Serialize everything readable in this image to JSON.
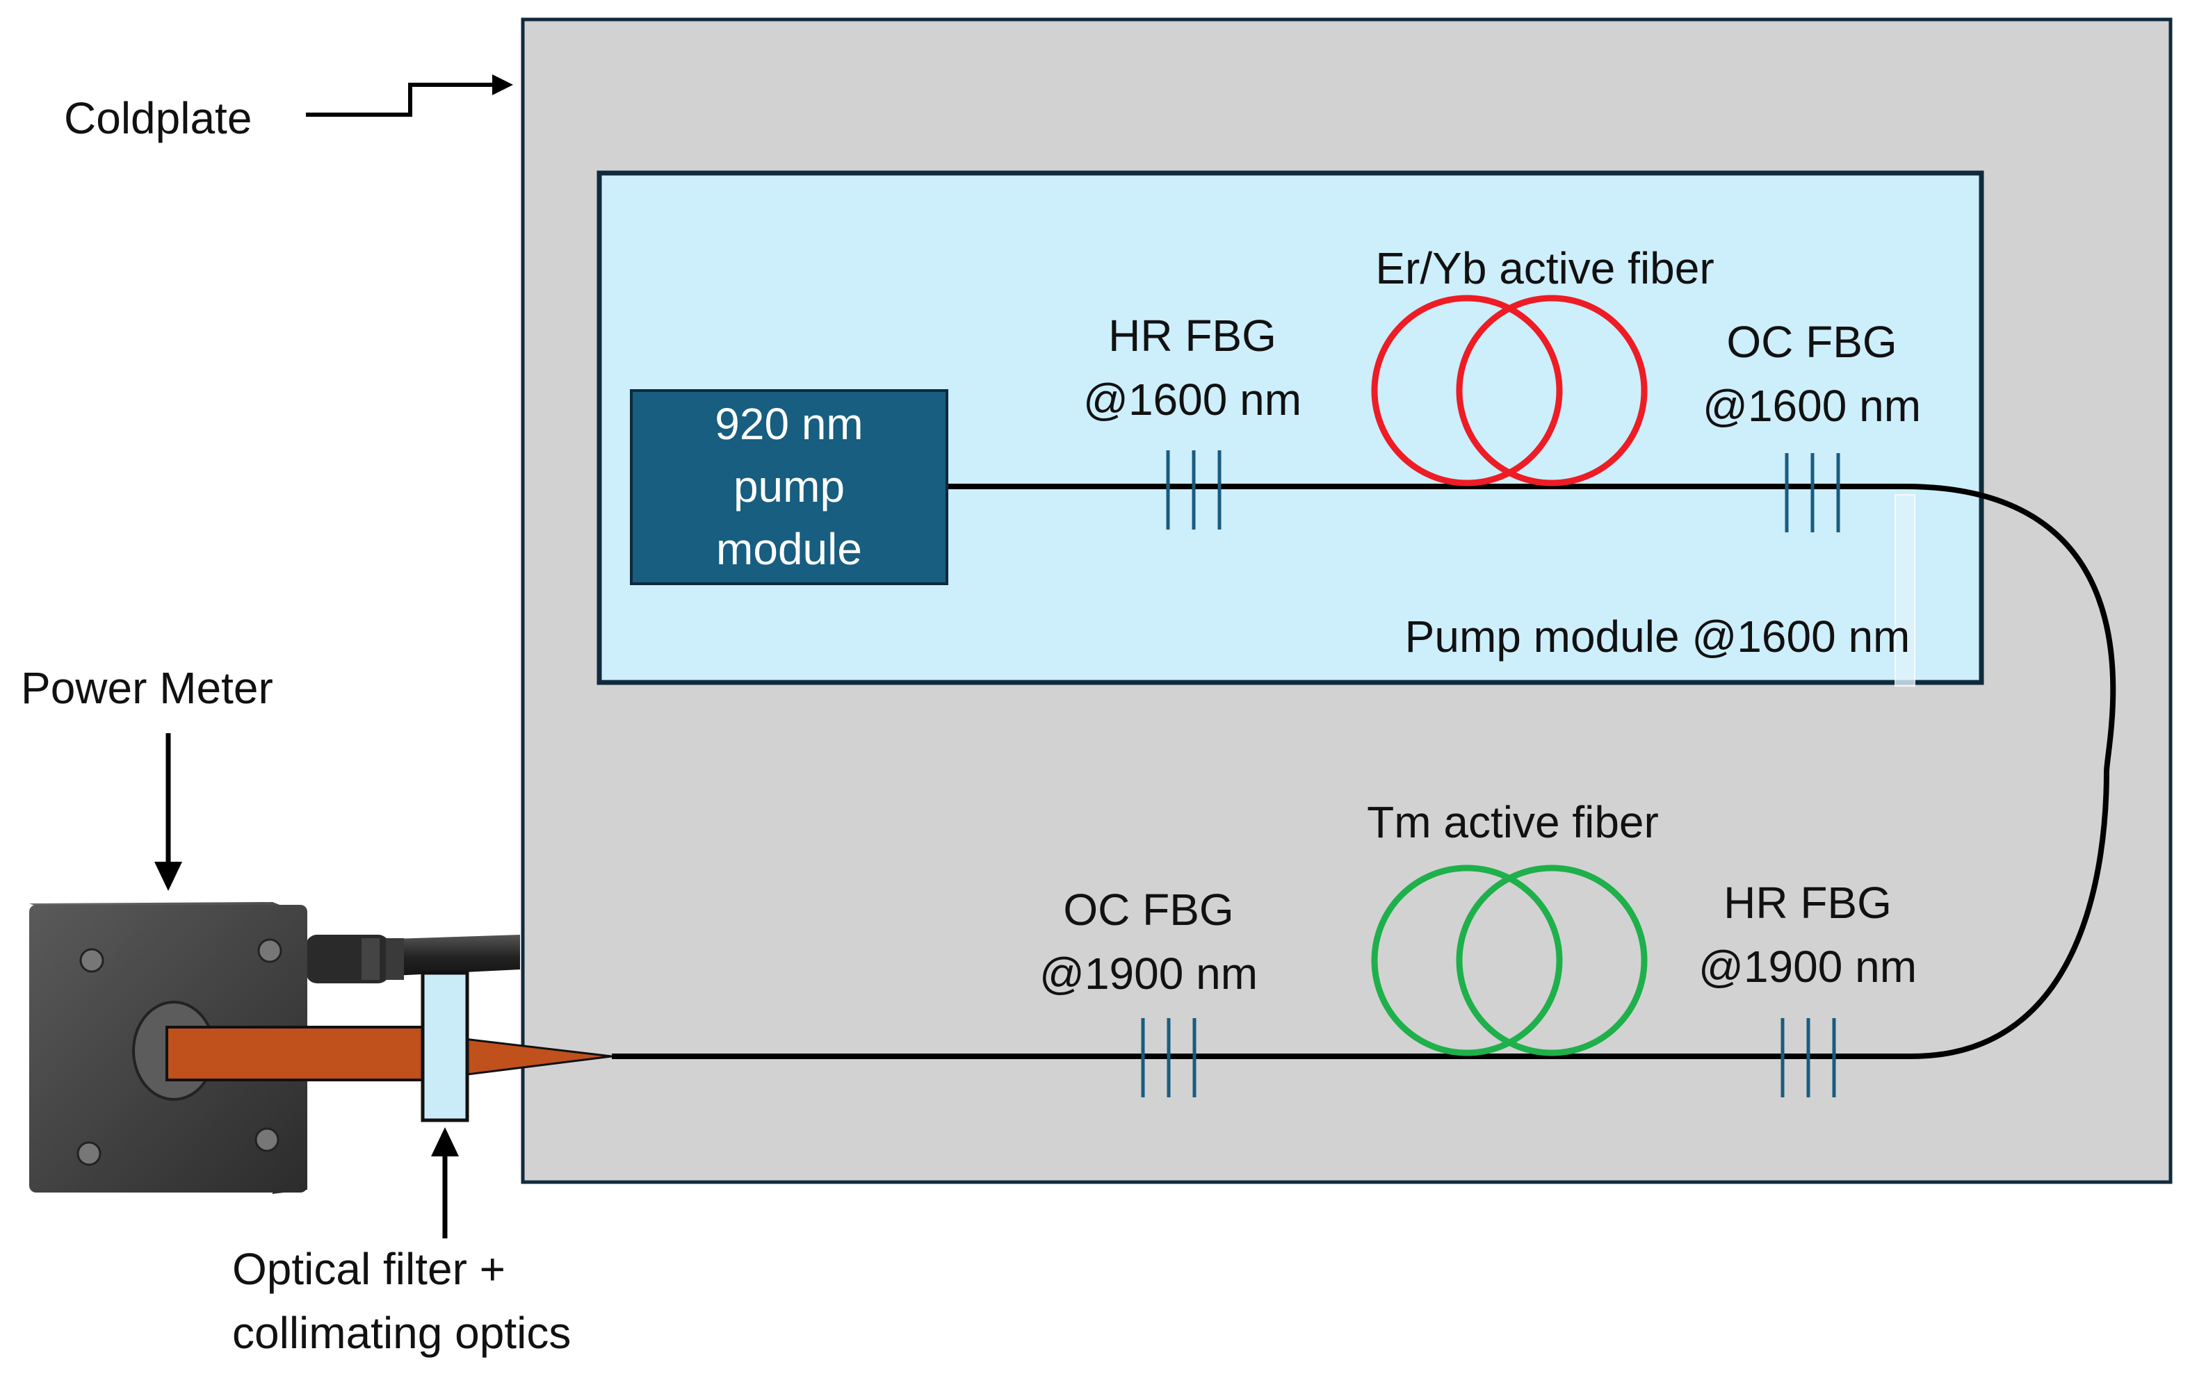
{
  "labels": {
    "coldplate": "Coldplate",
    "power_meter": "Power Meter",
    "pump_module_lines": [
      "920 nm",
      "pump",
      "module"
    ],
    "pump_module_1600": "Pump module @1600 nm",
    "er_yb_fiber": "Er/Yb active fiber",
    "hr_fbg_1600": [
      "HR FBG",
      "@1600 nm"
    ],
    "oc_fbg_1600": [
      "OC FBG",
      "@1600 nm"
    ],
    "tm_fiber": "Tm active fiber",
    "oc_fbg_1900": [
      "OC FBG",
      "@1900 nm"
    ],
    "hr_fbg_1900": [
      "HR FBG",
      "@1900 nm"
    ],
    "optics_lines": [
      "Optical filter +",
      "collimating optics"
    ]
  },
  "colors": {
    "coldplate_fill": "#d2d2d2",
    "inner_box_fill": "#cdeefb",
    "frame_stroke": "#0f2a3c",
    "pump_box_fill": "#175e80",
    "fbg_stroke": "#1a5c80",
    "er_coil": "#ee1c24",
    "tm_coil": "#1eb04a",
    "beam": "#c0501c",
    "filter_fill": "#c9ecf8",
    "meter_body": "#4a4a4a"
  },
  "icons": {
    "power_meter": "power-meter-device-icon",
    "filter": "optical-filter-icon"
  }
}
